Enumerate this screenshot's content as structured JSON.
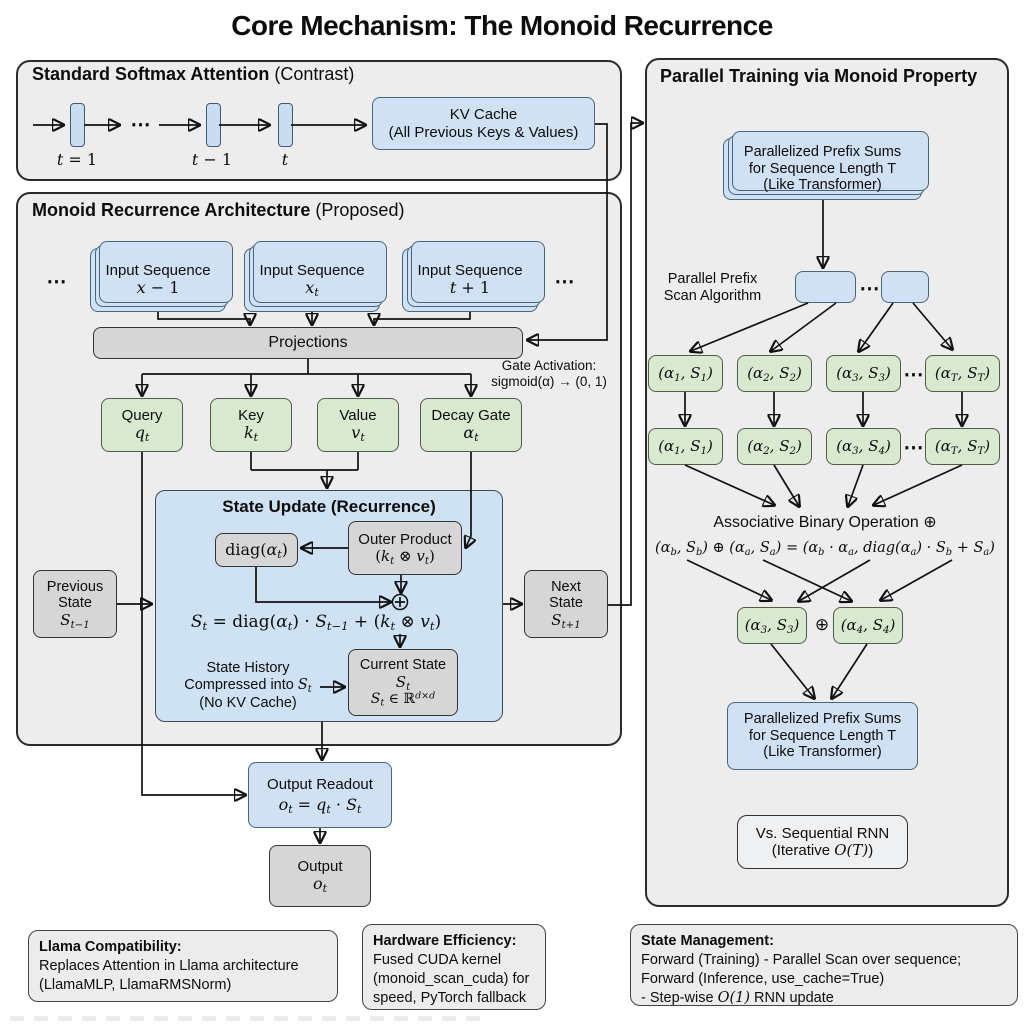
{
  "title": "Core Mechanism: The Monoid Recurrence",
  "softmax_panel": {
    "heading_bold": "Standard Softmax Attention",
    "heading_note": " (Contrast)",
    "ellipsis": "⋯",
    "token_labels": [
      "$t$ = 1",
      "$t$ − 1",
      "$t$"
    ],
    "kv_cache": {
      "line1": "KV Cache",
      "line2": "(All Previous Keys & Values)"
    }
  },
  "monoid_panel": {
    "heading_bold": "Monoid Recurrence Architecture",
    "heading_note": " (Proposed)",
    "ellipsis_left": "⋯",
    "ellipsis_right": "⋯",
    "input_boxes": [
      {
        "label": "Input Sequence",
        "sub": "$x$ − 1"
      },
      {
        "label": "Input Sequence",
        "sub": "$x_t$"
      },
      {
        "label": "Input Sequence",
        "sub": "$t$ + 1"
      }
    ],
    "projections": "Projections",
    "gate_activation": {
      "line1": "Gate Activation:",
      "line2": "sigmoid(α) → (0, 1)"
    },
    "qkv_boxes": [
      {
        "label": "Query",
        "sub": "$q_t$"
      },
      {
        "label": "Key",
        "sub": "$k_t$"
      },
      {
        "label": "Value",
        "sub": "$v_t$"
      },
      {
        "label": "Decay Gate",
        "sub": "$α_t$"
      }
    ],
    "state_update": {
      "heading": "State Update (Recurrence)",
      "diag_box": "diag($α_t$)",
      "outer_product": {
        "line1": "Outer Product",
        "line2": "($k_t$ ⊗ $v_t$)"
      },
      "equation": "$S_t$ = diag($α_t$) · $S_{t−1}$ + ($k_t$ ⊗ $v_t$)",
      "history_note": {
        "line1": "State History",
        "line2": "Compressed into $S_t$",
        "line3": "(No KV Cache)"
      },
      "current_state": {
        "line1": "Current State",
        "line2": "$S_t$",
        "line3": "$S_t$ ∈ ℝ^{$d×d$}"
      }
    },
    "previous_state": {
      "line1": "Previous",
      "line2": "State",
      "line3": "$S_{t−1}$"
    },
    "next_state": {
      "line1": "Next",
      "line2": "State",
      "line3": "$S_{t+1}$"
    }
  },
  "output_readout": {
    "line1": "Output Readout",
    "line2": "$o_t$ = $q_t$ · $S_t$"
  },
  "output_box": {
    "line1": "Output",
    "line2": "$o_t$"
  },
  "parallel_panel": {
    "heading": "Parallel Training via Monoid Property",
    "prefix_sums_top": {
      "line1": "Parallelized Prefix Sums",
      "line2": "for Sequence Length T",
      "line3": "(Like Transformer)"
    },
    "scan_label": {
      "line1": "Parallel Prefix",
      "line2": "Scan Algorithm"
    },
    "ellipsis_small": "⋯",
    "ellipsis_row1": "⋯",
    "ellipsis_row2": "⋯",
    "tuples_row1": [
      "$(α_1, S_1)$",
      "$(α_2, S_2)$",
      "$(α_3, S_3)$",
      "$(α_T, S_T)$"
    ],
    "tuples_row2": [
      "$(α_1, S_1)$",
      "$(α_2, S_2)$",
      "$(α_3, S_4)$",
      "$(α_T, S_T)$"
    ],
    "assoc_label": "Associative Binary Operation ⊕",
    "assoc_equation": "$(α_b, S_b) ⊕ (α_a, S_a) = (α_b · α_a, diag(α_a) · S_b + S_a)$",
    "pair": {
      "left": "$(α_3, S_3)$",
      "op": "⊕",
      "right": "$(α_4, S_4)$"
    },
    "prefix_sums_bottom": {
      "line1": "Parallelized Prefix Sums",
      "line2": "for Sequence Length T",
      "line3": "(Like Transformer)"
    },
    "vs_rnn": {
      "line1": "Vs. Sequential RNN",
      "line2": "(Iterative $O(T)$)"
    }
  },
  "notes": [
    {
      "heading": "Llama Compatibility:",
      "lines": [
        "Replaces Attention in Llama architecture",
        "(LlamaMLP, LlamaRMSNorm)"
      ]
    },
    {
      "heading": "Hardware Efficiency:",
      "lines": [
        "Fused CUDA kernel",
        "(monoid_scan_cuda) for",
        "speed, PyTorch fallback"
      ]
    },
    {
      "heading": "State Management:",
      "lines": [
        "Forward (Training) - Parallel Scan over sequence;",
        "Forward (Inference, use_cache=True)",
        "- Step-wise $O(1)$ RNN update"
      ]
    }
  ]
}
